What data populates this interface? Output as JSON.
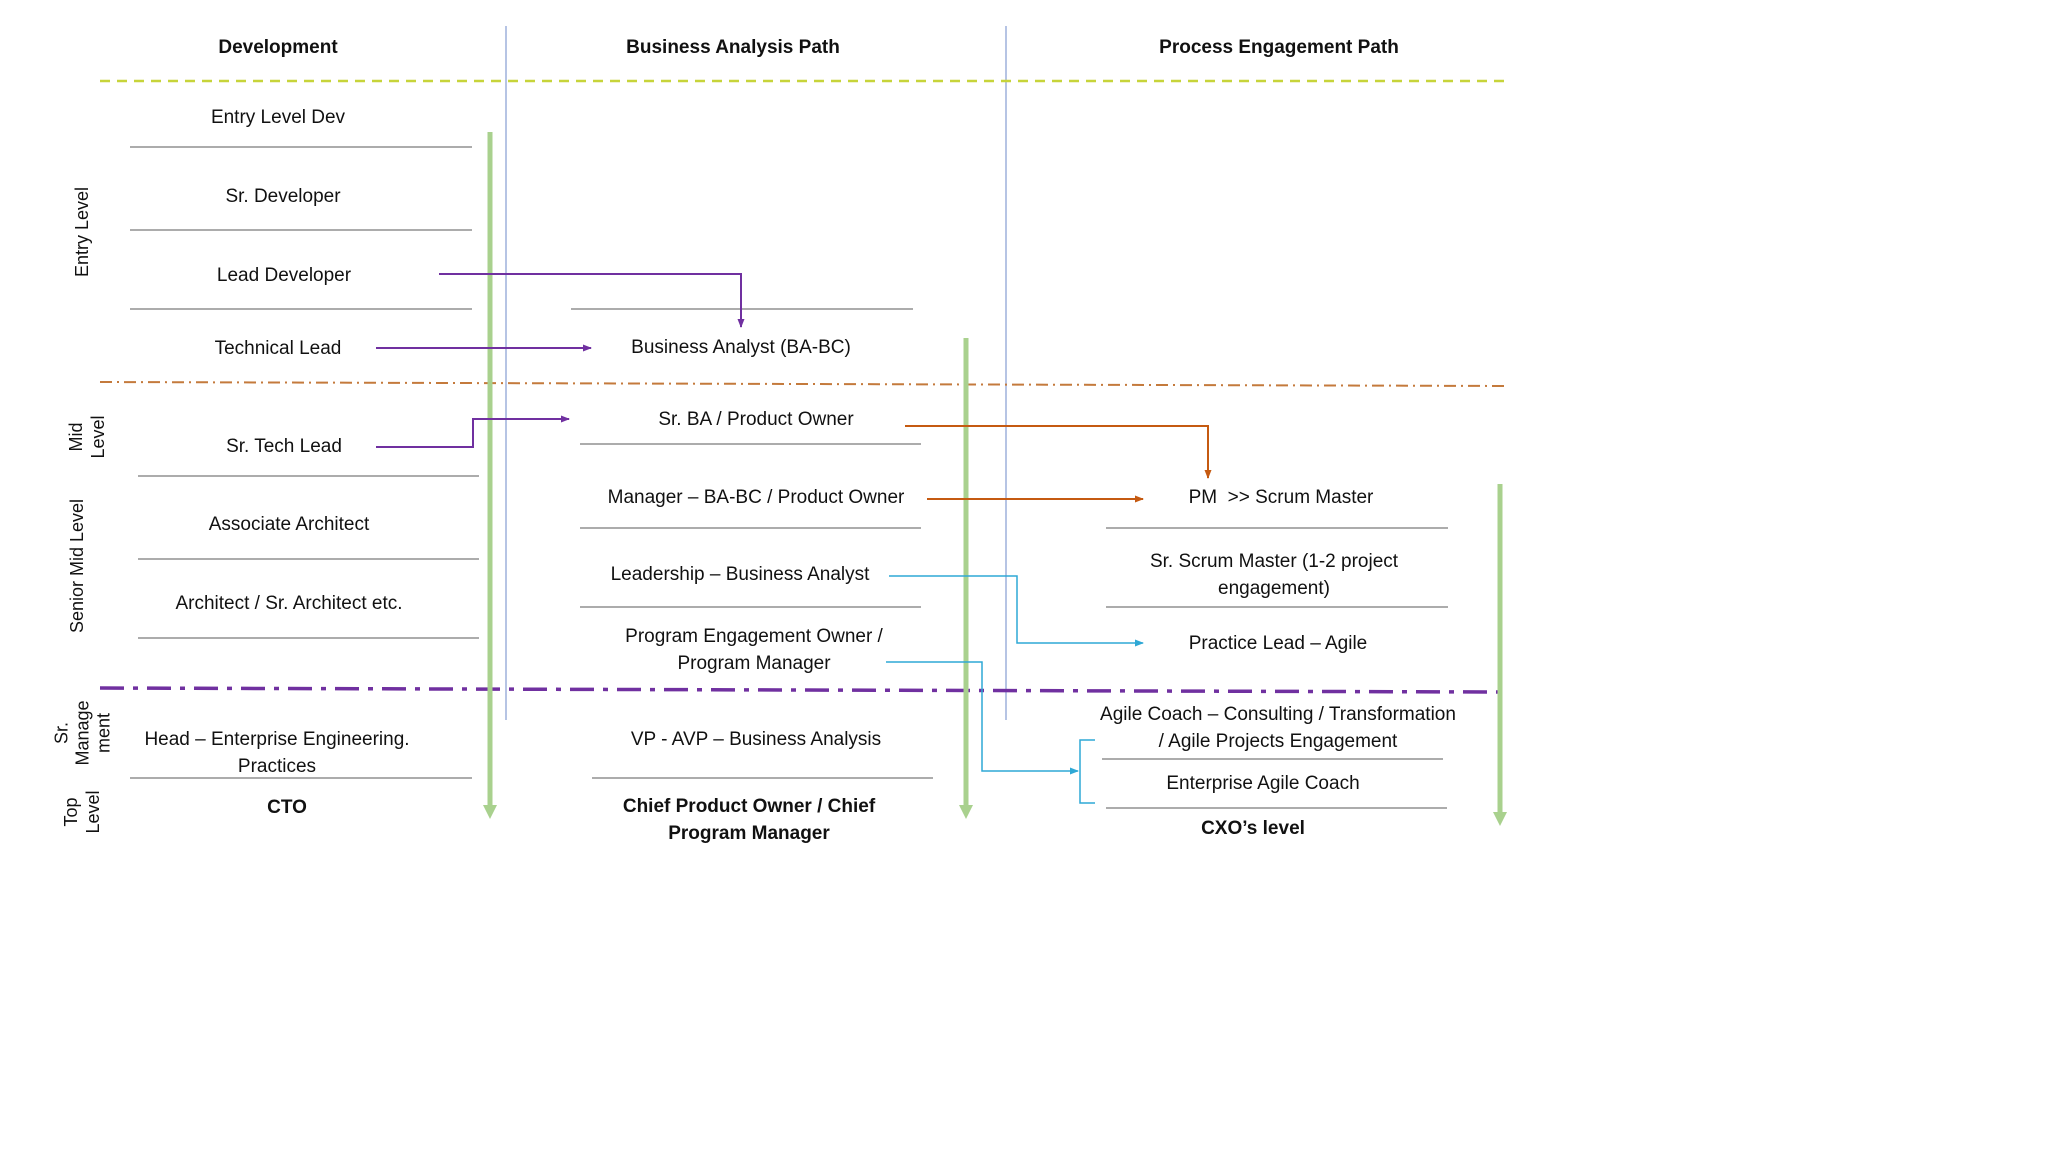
{
  "columns": {
    "development": "Development",
    "business_analysis": "Business Analysis Path",
    "process_engagement": "Process Engagement Path"
  },
  "levels": {
    "entry": "Entry Level",
    "mid": "Mid\nLevel",
    "senior_mid": "Senior Mid Level",
    "sr_management": "Sr.\nManage\nment",
    "top": "Top\nLevel"
  },
  "development": {
    "entry_level_dev": "Entry Level Dev",
    "sr_developer": "Sr. Developer",
    "lead_developer": "Lead Developer",
    "technical_lead": "Technical Lead",
    "sr_tech_lead": "Sr. Tech Lead",
    "associate_architect": "Associate Architect",
    "architect": "Architect / Sr. Architect etc.",
    "head_eep": "Head – Enterprise Engineering.\nPractices",
    "cto": "CTO"
  },
  "business_analysis": {
    "business_analyst": "Business Analyst (BA-BC)",
    "sr_ba_po": "Sr. BA / Product Owner",
    "manager_ba": "Manager – BA-BC / Product Owner",
    "leadership_ba": "Leadership – Business Analyst",
    "program_engagement_owner": "Program Engagement Owner /\nProgram Manager",
    "vp_avp": "VP - AVP – Business Analysis",
    "chief_po": "Chief Product Owner / Chief\nProgram Manager"
  },
  "process_engagement": {
    "pm_scrum": "PM  >> Scrum Master",
    "sr_scrum": "Sr. Scrum Master (1-2 project\nengagement)",
    "practice_lead": "Practice Lead – Agile",
    "agile_coach": "Agile Coach – Consulting / Transformation\n/ Agile Projects Engagement",
    "enterprise_coach": "Enterprise Agile Coach",
    "cxo": "CXO’s level"
  },
  "colors": {
    "column_divider": "#8fa5d6",
    "row_rule": "#5a5a5a",
    "dashed_top": "#c7d43a",
    "dashdot_mid": "#c47a3c",
    "dashdot_mgmt": "#7030a0",
    "progress_arrow": "#a9d18e",
    "purple_arrow": "#7030a0",
    "orange_arrow": "#c55a11",
    "cyan_arrow": "#2fa8d5"
  }
}
